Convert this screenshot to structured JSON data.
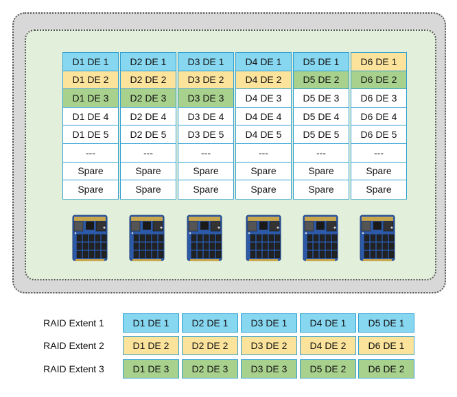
{
  "columns": [
    {
      "cells": [
        "D1 DE 1",
        "D1 DE 2",
        "D1 DE 3",
        "D1 DE 4",
        "D1 DE 5",
        "---",
        "Spare",
        "Spare"
      ],
      "fills": [
        "blue",
        "yellow",
        "green",
        "white",
        "white",
        "white",
        "white",
        "white"
      ]
    },
    {
      "cells": [
        "D2 DE 1",
        "D2 DE 2",
        "D2 DE 3",
        "D2 DE 4",
        "D2 DE 5",
        "---",
        "Spare",
        "Spare"
      ],
      "fills": [
        "blue",
        "yellow",
        "green",
        "white",
        "white",
        "white",
        "white",
        "white"
      ]
    },
    {
      "cells": [
        "D3 DE 1",
        "D3 DE 2",
        "D3 DE 3",
        "D3 DE 4",
        "D3 DE 5",
        "---",
        "Spare",
        "Spare"
      ],
      "fills": [
        "blue",
        "yellow",
        "green",
        "white",
        "white",
        "white",
        "white",
        "white"
      ]
    },
    {
      "cells": [
        "D4 DE 1",
        "D4 DE 2",
        "D4 DE 3",
        "D4 DE 4",
        "D4 DE 5",
        "---",
        "Spare",
        "Spare"
      ],
      "fills": [
        "blue",
        "yellow",
        "white",
        "white",
        "white",
        "white",
        "white",
        "white"
      ]
    },
    {
      "cells": [
        "D5 DE 1",
        "D5 DE 2",
        "D5 DE 3",
        "D5 DE 4",
        "D5 DE 5",
        "---",
        "Spare",
        "Spare"
      ],
      "fills": [
        "blue",
        "green",
        "white",
        "white",
        "white",
        "white",
        "white",
        "white"
      ]
    },
    {
      "cells": [
        "D6 DE 1",
        "D6 DE 2",
        "D6 DE 3",
        "D6 DE 4",
        "D6 DE 5",
        "---",
        "Spare",
        "Spare"
      ],
      "fills": [
        "yellow",
        "green",
        "white",
        "white",
        "white",
        "white",
        "white",
        "white"
      ]
    }
  ],
  "extents": [
    {
      "label": "RAID Extent 1",
      "fill": "blue",
      "cells": [
        "D1 DE 1",
        "D2 DE 1",
        "D3 DE 1",
        "D4 DE 1",
        "D5 DE 1"
      ]
    },
    {
      "label": "RAID Extent 2",
      "fill": "yellow",
      "cells": [
        "D1 DE 2",
        "D2 DE 2",
        "D3 DE 2",
        "D4 DE 2",
        "D6 DE 1"
      ]
    },
    {
      "label": "RAID Extent 3",
      "fill": "green",
      "cells": [
        "D1 DE 3",
        "D2 DE 3",
        "D3 DE 3",
        "D5 DE 2",
        "D6 DE 2"
      ]
    }
  ],
  "colors": {
    "blue": "#87d7f1",
    "yellow": "#fbe39c",
    "green": "#a9d18e",
    "border": "#2e9fd1"
  },
  "icons": [
    "ssd-drive-icon",
    "ssd-drive-icon",
    "ssd-drive-icon",
    "ssd-drive-icon",
    "ssd-drive-icon",
    "ssd-drive-icon"
  ]
}
